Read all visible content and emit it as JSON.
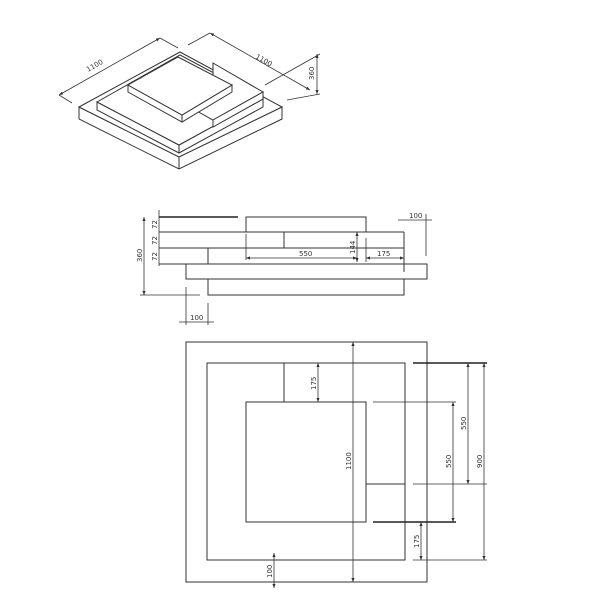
{
  "isometric": {
    "width_left": "1100",
    "width_right": "1100",
    "height": "360"
  },
  "elevation": {
    "total_height": "360",
    "layer_1": "72",
    "layer_2": "72",
    "layer_3": "72",
    "step_height": "144",
    "top_width": "550",
    "offset_right": "175",
    "overhang_right": "100",
    "overhang_left": "100"
  },
  "plan": {
    "outer_size": "1100",
    "middle_size": "900",
    "inner_size": "550",
    "step_size": "550",
    "offset_top": "175",
    "offset_bottom": "175",
    "border": "100"
  },
  "colors": {
    "line": "#333333",
    "background": "#ffffff"
  }
}
